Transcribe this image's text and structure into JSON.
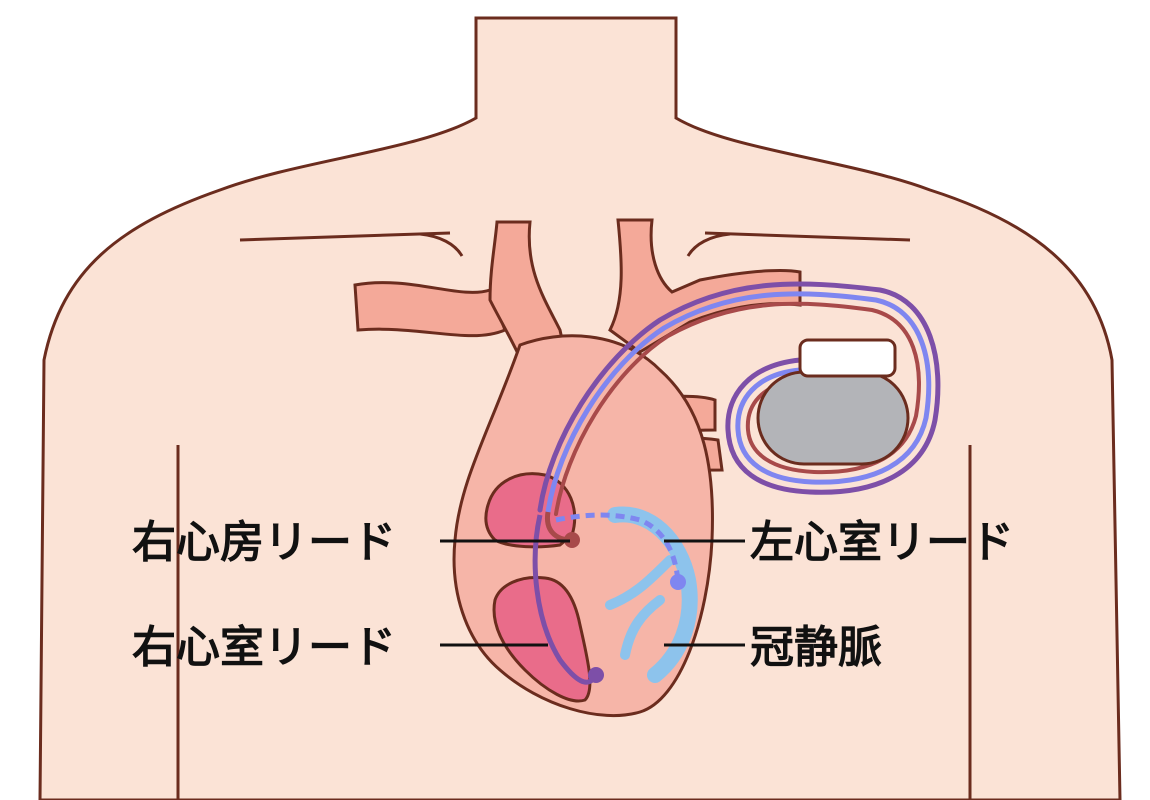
{
  "labels": {
    "right_atrium_lead": "右心房リード",
    "right_ventricle_lead": "右心室リード",
    "left_ventricle_lead": "左心室リード",
    "coronary_sinus": "冠静脈"
  },
  "colors": {
    "skin": "#fbe3d6",
    "outline": "#6b2c1e",
    "heart": "#f6b5a8",
    "heart_chamber": "#e96c8a",
    "vessel": "#f4a999",
    "lead_purple": "#7d4fa8",
    "lead_blue": "#7f86f0",
    "lead_red": "#a84a4a",
    "coronary_vein": "#8dc3ec",
    "device_body": "#b3b4b8",
    "device_header": "#ffffff"
  }
}
